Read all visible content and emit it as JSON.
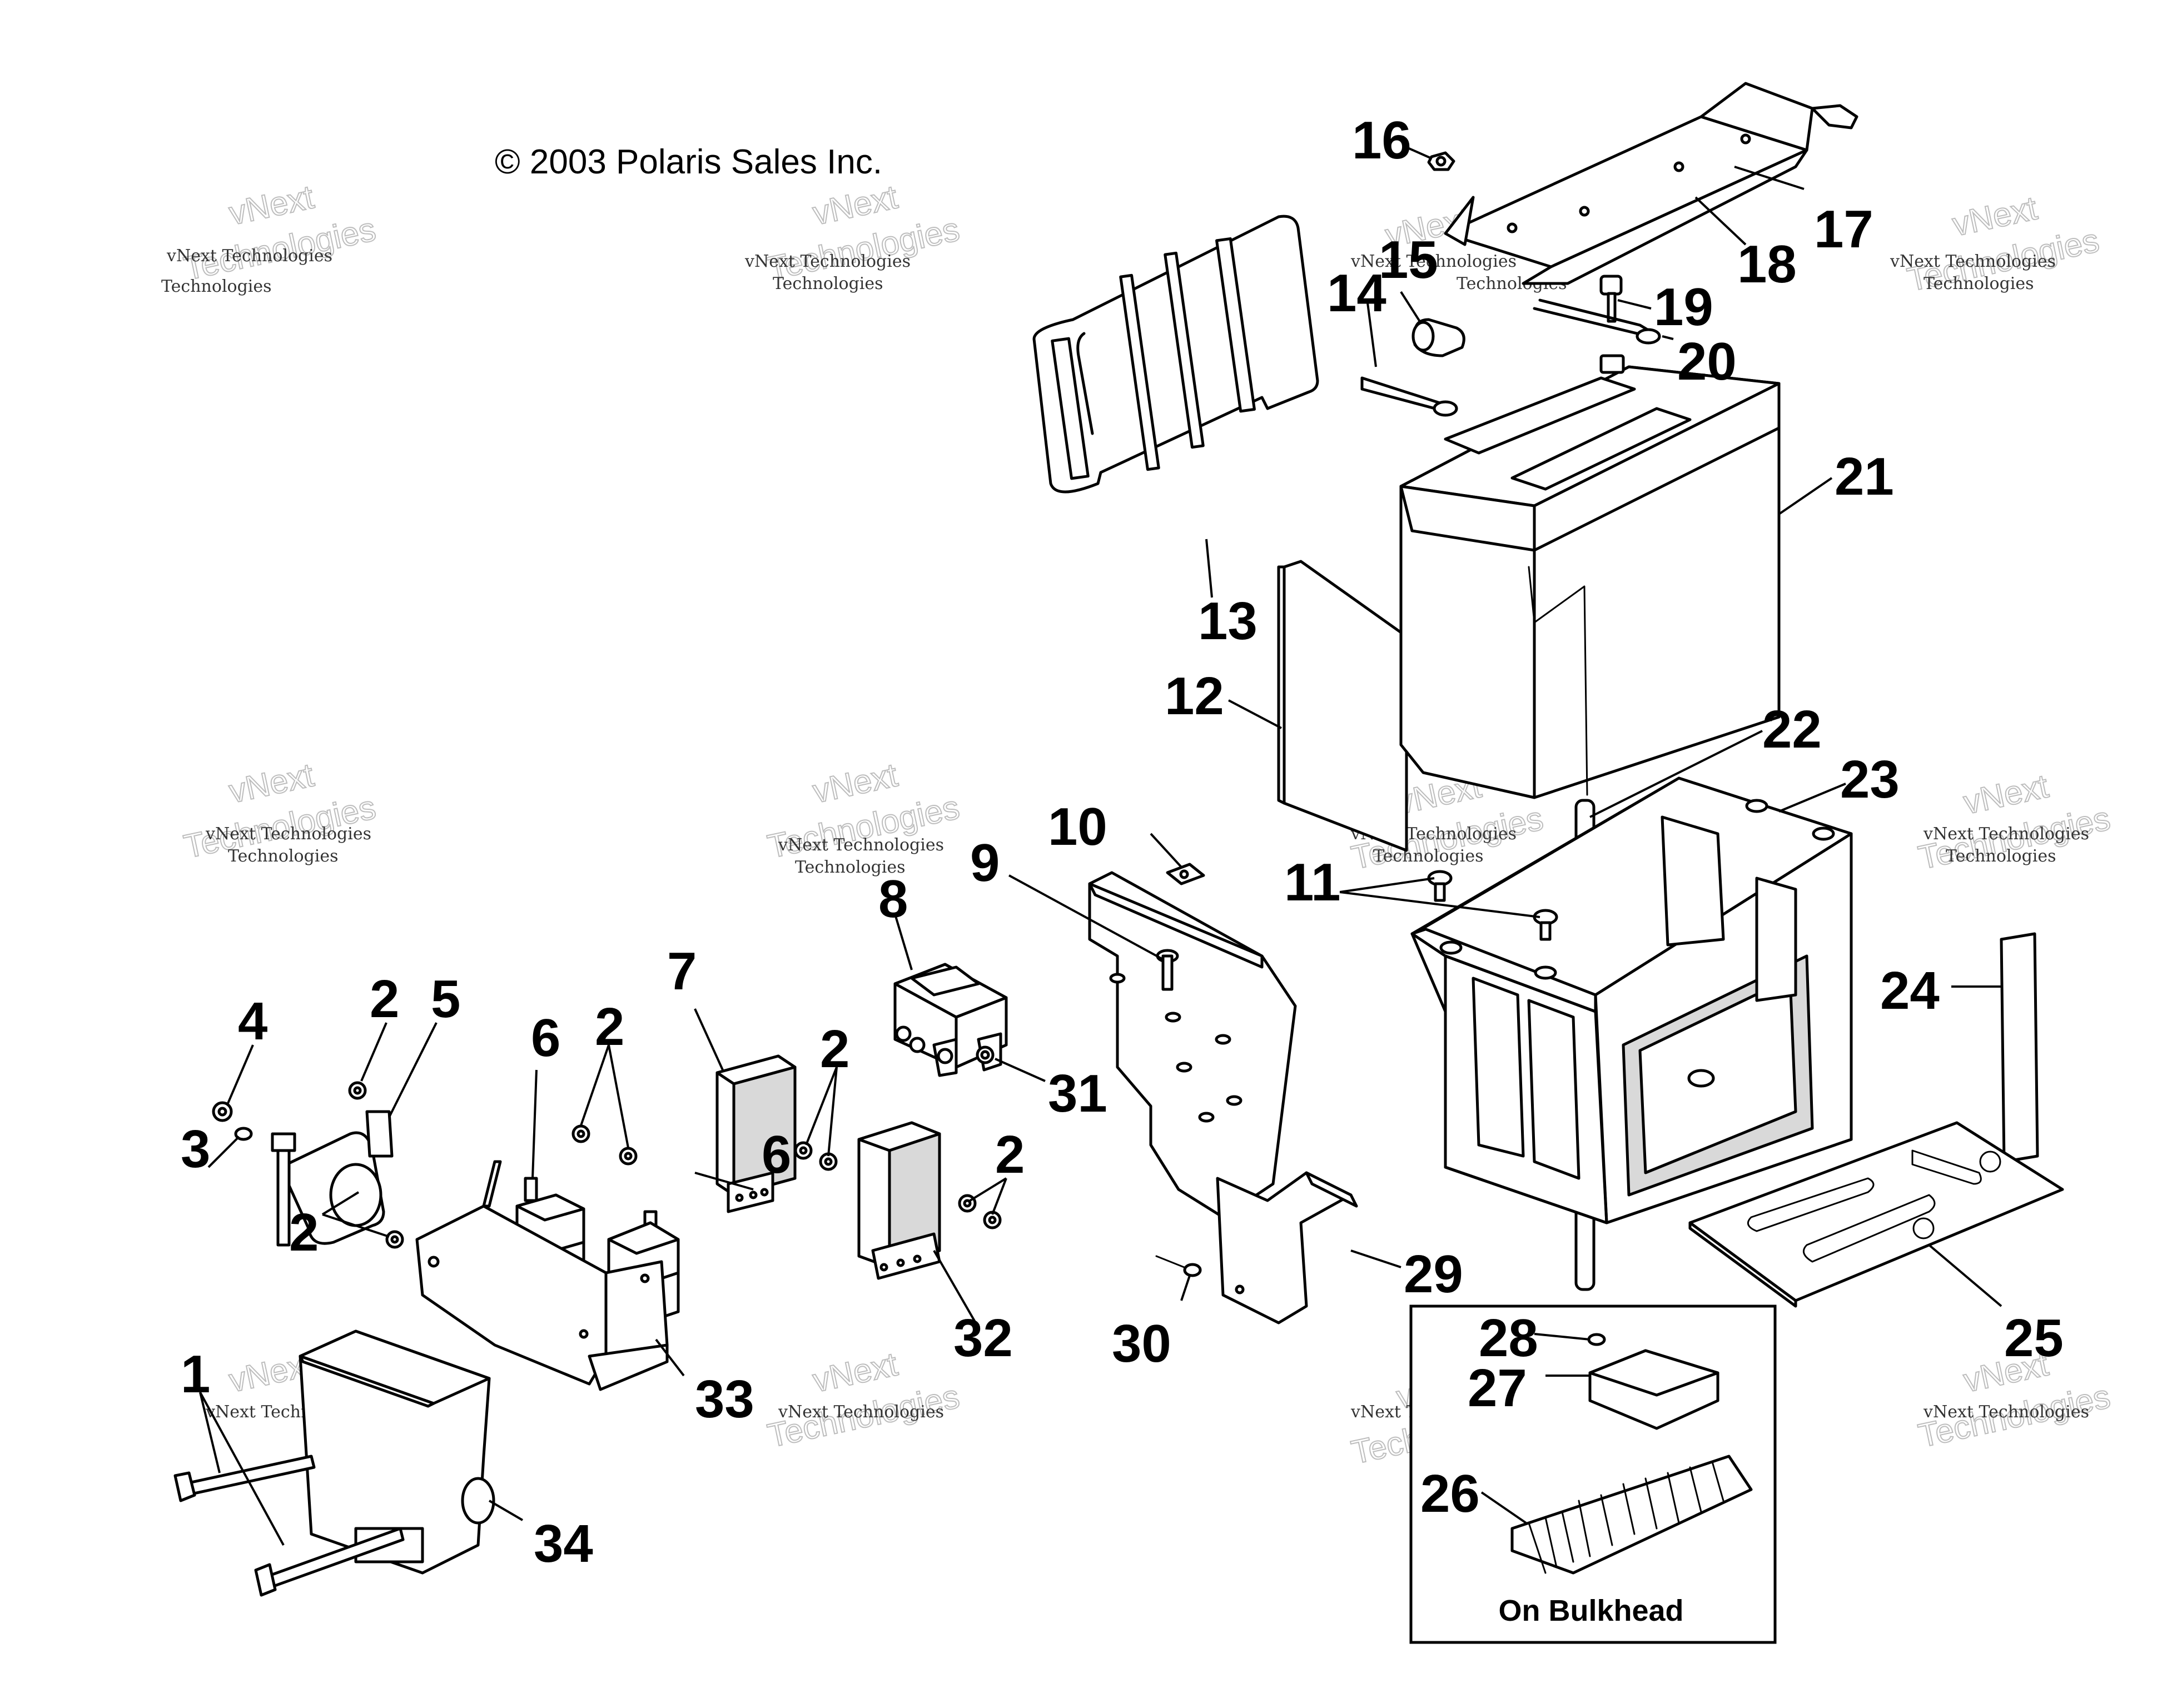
{
  "copyright": "© 2003 Polaris Sales Inc.",
  "watermark": {
    "line1": "vNext Technologies",
    "line2": "vNext",
    "line3": "Technologies"
  },
  "inset": {
    "label": "On Bulkhead"
  },
  "callouts": {
    "c1": "1",
    "c2a": "2",
    "c2b": "2",
    "c2c": "2",
    "c2d": "2",
    "c2e": "2",
    "c3": "3",
    "c4": "4",
    "c5": "5",
    "c6a": "6",
    "c6b": "6",
    "c7": "7",
    "c8": "8",
    "c9": "9",
    "c10": "10",
    "c11": "11",
    "c12": "12",
    "c13": "13",
    "c14": "14",
    "c15": "15",
    "c16": "16",
    "c17": "17",
    "c18": "18",
    "c19": "19",
    "c20": "20",
    "c21": "21",
    "c22": "22",
    "c23": "23",
    "c24": "24",
    "c25": "25",
    "c26": "26",
    "c27": "27",
    "c28": "28",
    "c29": "29",
    "c30": "30",
    "c31": "31",
    "c32": "32",
    "c33": "33",
    "c34": "34"
  }
}
